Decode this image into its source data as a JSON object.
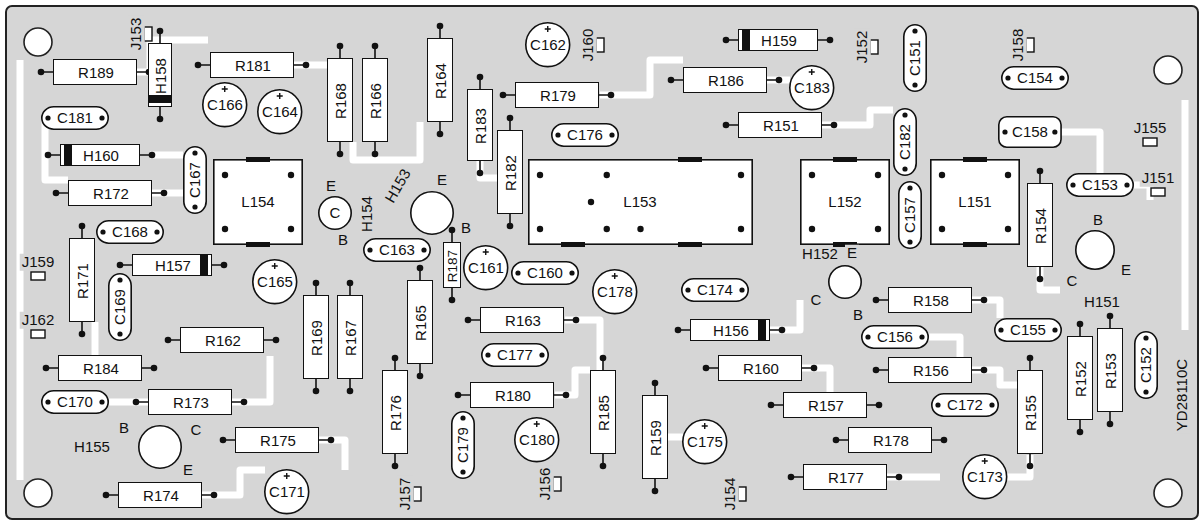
{
  "diagram": {
    "nodes": [
      {
        "text": [
          "R189"
        ]
      },
      {
        "text": [
          "H158"
        ]
      },
      {
        "text": [
          "R181"
        ]
      },
      {
        "text": [
          "C181"
        ]
      },
      {
        "text": [
          "H160"
        ]
      },
      {
        "text": [
          "C166"
        ]
      },
      {
        "text": [
          "C164"
        ]
      },
      {
        "text": [
          "R168"
        ]
      },
      {
        "text": [
          "R166"
        ]
      },
      {
        "text": [
          "R164"
        ]
      },
      {
        "text": [
          "R183"
        ]
      },
      {
        "text": [
          "C162"
        ]
      },
      {
        "text": [
          "R179"
        ]
      },
      {
        "text": [
          "C176"
        ]
      },
      {
        "text": [
          "R182"
        ]
      },
      {
        "text": [
          "H159"
        ]
      },
      {
        "text": [
          "R186"
        ]
      },
      {
        "text": [
          "C183"
        ]
      },
      {
        "text": [
          "C151"
        ]
      },
      {
        "text": [
          "C154"
        ]
      },
      {
        "text": [
          "R151"
        ]
      },
      {
        "text": [
          "C182"
        ]
      },
      {
        "text": [
          "C158"
        ]
      },
      {
        "text": [
          "R172"
        ]
      },
      {
        "text": [
          "C167"
        ]
      },
      {
        "text": [
          "L154"
        ]
      },
      {
        "text": [
          "H154"
        ]
      },
      {
        "text": [
          "H153"
        ]
      },
      {
        "text": [
          "L153"
        ]
      },
      {
        "text": [
          "L152"
        ]
      },
      {
        "text": [
          "C157"
        ]
      },
      {
        "text": [
          "L151"
        ]
      },
      {
        "text": [
          "C153"
        ]
      },
      {
        "text": [
          "R154"
        ]
      },
      {
        "text": [
          "H151"
        ]
      },
      {
        "text": [
          "C168"
        ]
      },
      {
        "text": [
          "H157"
        ]
      },
      {
        "text": [
          "R171"
        ]
      },
      {
        "text": [
          "C163"
        ]
      },
      {
        "text": [
          "R187"
        ]
      },
      {
        "text": [
          "C161"
        ]
      },
      {
        "text": [
          "C160"
        ]
      },
      {
        "text": [
          "C165"
        ]
      },
      {
        "text": [
          "C178"
        ]
      },
      {
        "text": [
          "C174"
        ]
      },
      {
        "text": [
          "H152"
        ]
      },
      {
        "text": [
          "R158"
        ]
      },
      {
        "text": [
          "C169"
        ]
      },
      {
        "text": [
          "C156"
        ]
      },
      {
        "text": [
          "C155"
        ]
      },
      {
        "text": [
          "R162"
        ]
      },
      {
        "text": [
          "R169"
        ]
      },
      {
        "text": [
          "R167"
        ]
      },
      {
        "text": [
          "R165"
        ]
      },
      {
        "text": [
          "R163"
        ]
      },
      {
        "text": [
          "H156"
        ]
      },
      {
        "text": [
          "R152"
        ]
      },
      {
        "text": [
          "R153"
        ]
      },
      {
        "text": [
          "C152"
        ]
      },
      {
        "text": [
          "R184"
        ]
      },
      {
        "text": [
          "C177"
        ]
      },
      {
        "text": [
          "R160"
        ]
      },
      {
        "text": [
          "R156"
        ]
      },
      {
        "text": [
          "C170"
        ]
      },
      {
        "text": [
          "R173"
        ]
      },
      {
        "text": [
          "R180"
        ]
      },
      {
        "text": [
          "R176"
        ]
      },
      {
        "text": [
          "R185"
        ]
      },
      {
        "text": [
          "R157"
        ]
      },
      {
        "text": [
          "C172"
        ]
      },
      {
        "text": [
          "R155"
        ]
      },
      {
        "text": [
          "H155"
        ]
      },
      {
        "text": [
          "R175"
        ]
      },
      {
        "text": [
          "C179"
        ]
      },
      {
        "text": [
          "C180"
        ]
      },
      {
        "text": [
          "R159"
        ]
      },
      {
        "text": [
          "C175"
        ]
      },
      {
        "text": [
          "R178"
        ]
      },
      {
        "text": [
          "R177"
        ]
      },
      {
        "text": [
          "R174"
        ]
      },
      {
        "text": [
          "C171"
        ]
      },
      {
        "text": [
          "C173"
        ]
      }
    ],
    "labels": [
      "J153",
      "J160",
      "J152",
      "J158",
      "J155",
      "J151",
      "E",
      "E",
      "C",
      "B",
      "B",
      "J159",
      "B",
      "E",
      "C",
      "E",
      "C",
      "J162",
      "B",
      "YD28110C",
      "B",
      "C",
      "E",
      "J157",
      "J156",
      "J154"
    ]
  }
}
